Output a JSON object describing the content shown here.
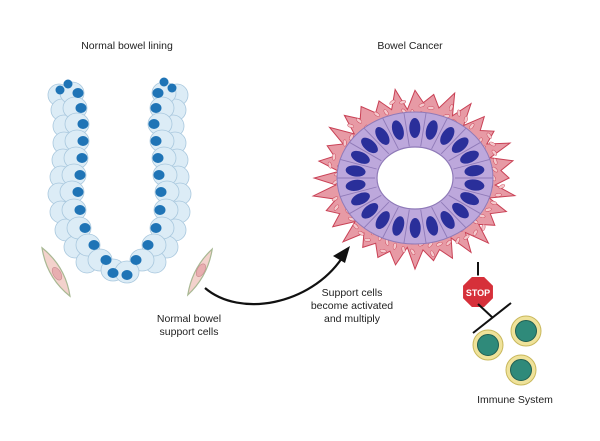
{
  "labels": {
    "normal_lining": "Normal bowel lining",
    "bowel_cancer": "Bowel Cancer",
    "support_cells": [
      "Normal bowel",
      "support cells"
    ],
    "activated": [
      "Support cells",
      "become activated",
      "and multiply"
    ],
    "stop_sign": "STOP",
    "immune_system": "Immune System"
  },
  "colors": {
    "epithelial_cell": "#dcecf6",
    "epithelial_outline": "#a9c8de",
    "nucleus_blue": "#1f74b6",
    "tumour_cell": "#bda8dc",
    "tumour_nucleus": "#2a2f9a",
    "stroma_pink": "#e79aa5",
    "stroma_red": "#c94155",
    "support_cell": "#f3d2cc",
    "support_outline": "#a8b893",
    "stop_red": "#d6303a",
    "immune_outer": "#efe29a",
    "immune_inner": "#2f8a7a",
    "arrow": "#111111"
  },
  "icons": [
    "stop-sign-icon",
    "inhibition-bar-icon",
    "curved-arrow-icon"
  ]
}
